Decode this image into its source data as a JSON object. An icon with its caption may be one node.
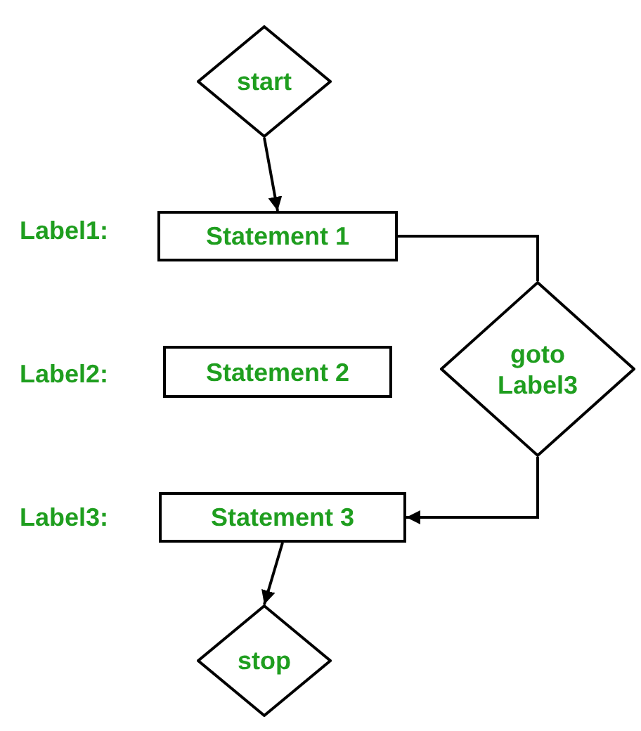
{
  "diagram": {
    "nodes": [
      {
        "text": [
          "start"
        ]
      },
      {
        "text": [
          "Statement 1"
        ]
      },
      {
        "text": [
          "Statement 2"
        ]
      },
      {
        "text": [
          "goto Label3"
        ]
      },
      {
        "text": [
          "Statement 3"
        ]
      },
      {
        "text": [
          "stop"
        ]
      }
    ],
    "edges": [
      {
        "from": 0,
        "to": 1,
        "arrow": "to"
      },
      {
        "from": 1,
        "to": 3,
        "arrow": "none"
      },
      {
        "from": 3,
        "to": 4,
        "arrow": "to"
      },
      {
        "from": 4,
        "to": 5,
        "arrow": "to"
      }
    ],
    "labels": [
      "Label1:",
      "Label2:",
      "Label3:"
    ]
  }
}
